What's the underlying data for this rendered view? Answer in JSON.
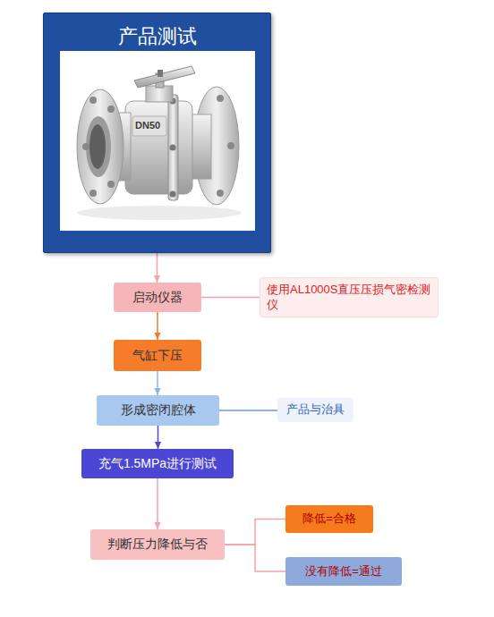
{
  "diagram": {
    "nodes": [
      {
        "text": [
          "产品测试"
        ]
      },
      {
        "text": [
          "启动仪器"
        ]
      },
      {
        "text": [
          "使用AL1000S直压压损气密检测仪"
        ]
      },
      {
        "text": [
          "气缸下压"
        ]
      },
      {
        "text": [
          "形成密闭腔体"
        ]
      },
      {
        "text": [
          "产品与治具"
        ]
      },
      {
        "text": [
          "充气1.5MPa进行测试"
        ]
      },
      {
        "text": [
          "判断压力降低与否"
        ]
      },
      {
        "text": [
          "降低=合格"
        ]
      },
      {
        "text": [
          "没有降低=通过"
        ]
      }
    ],
    "edges": [
      {
        "from": 0,
        "to": 1,
        "arrow": "to"
      },
      {
        "from": 1,
        "to": 2,
        "arrow": "none"
      },
      {
        "from": 1,
        "to": 3,
        "arrow": "to"
      },
      {
        "from": 3,
        "to": 4,
        "arrow": "to"
      },
      {
        "from": 4,
        "to": 5,
        "arrow": "none"
      },
      {
        "from": 4,
        "to": 6,
        "arrow": "to"
      },
      {
        "from": 6,
        "to": 7,
        "arrow": "to"
      },
      {
        "from": 7,
        "to": 8,
        "arrow": "none"
      },
      {
        "from": 7,
        "to": 9,
        "arrow": "none"
      }
    ],
    "labels": [
      "DN50"
    ]
  }
}
